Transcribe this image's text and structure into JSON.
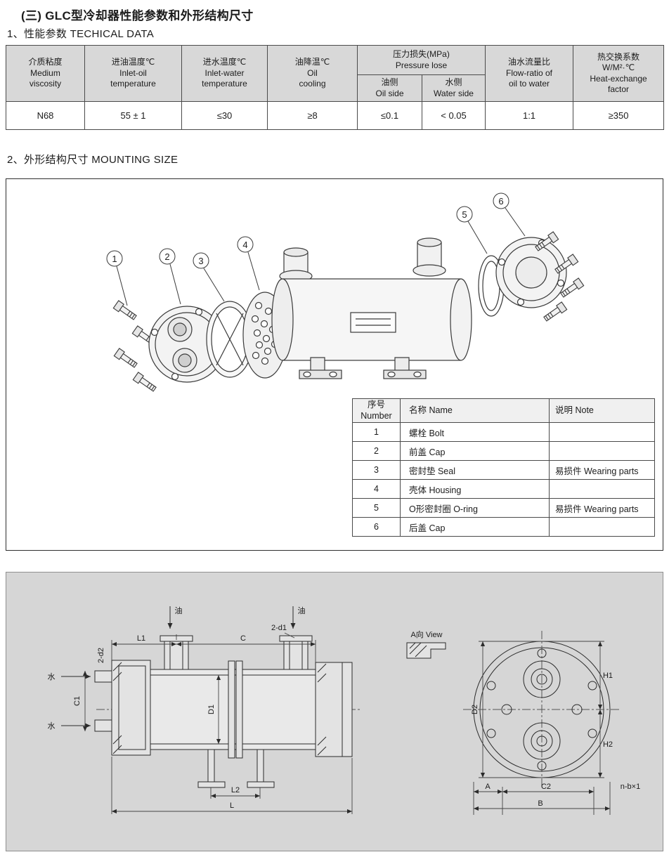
{
  "page": {
    "title": "(三) GLC型冷却器性能参数和外形结构尺寸",
    "section1": "1、性能参数 TECHICAL DATA",
    "section2": "2、外形结构尺寸 MOUNTING SIZE"
  },
  "tech_table": {
    "col_medium": "介质粘度\nMedium\nviscosity",
    "col_inlet_oil": "进油温度℃\nInlet-oil\ntemperature",
    "col_inlet_water": "进水温度℃\nInlet-water\ntemperature",
    "col_oil_cooling": "油降温℃\nOil\ncooling",
    "col_pressure": "压力损失(MPa)\nPressure  lose",
    "col_pressure_oil": "油侧\nOil side",
    "col_pressure_water": "水侧\nWater side",
    "col_flow_ratio": "油水流量比\nFlow-ratio  of\noil  to  water",
    "col_heat": "热交换系数\nW/M²·℃\nHeat-exchange\nfactor",
    "values": {
      "medium": "N68",
      "inlet_oil": "55 ± 1",
      "inlet_water": "≤30",
      "oil_cooling": "≥8",
      "pressure_oil": "≤0.1",
      "pressure_water": "< 0.05",
      "flow_ratio": "1:1",
      "heat": "≥350"
    }
  },
  "callouts": [
    "1",
    "2",
    "3",
    "4",
    "5",
    "6"
  ],
  "parts_table": {
    "header": {
      "number": "序号\nNumber",
      "name": "名称  Name",
      "note": "说明  Note"
    },
    "rows": [
      {
        "number": "1",
        "name": "螺栓    Bolt",
        "note": ""
      },
      {
        "number": "2",
        "name": "前盖    Cap",
        "note": ""
      },
      {
        "number": "3",
        "name": "密封垫  Seal",
        "note": "易损件  Wearing parts"
      },
      {
        "number": "4",
        "name": "壳体  Housing",
        "note": ""
      },
      {
        "number": "5",
        "name": "O形密封圈  O-ring",
        "note": "易损件  Wearing parts"
      },
      {
        "number": "6",
        "name": "后盖    Cap",
        "note": ""
      }
    ]
  },
  "drawing": {
    "oil": "油",
    "water": "水",
    "dim_l1": "L1",
    "dim_c": "C",
    "dim_2d1": "2-d1",
    "dim_c1": "C1",
    "dim_2d2": "2-d2",
    "dim_d1": "D1",
    "dim_l2": "L2",
    "dim_l": "L",
    "view_label": "A向 View",
    "dim_d2": "D2",
    "dim_h1": "H1",
    "dim_h2": "H2",
    "dim_a": "A",
    "dim_c2": "C2",
    "dim_b": "B",
    "dim_nb": "n-b×1"
  }
}
